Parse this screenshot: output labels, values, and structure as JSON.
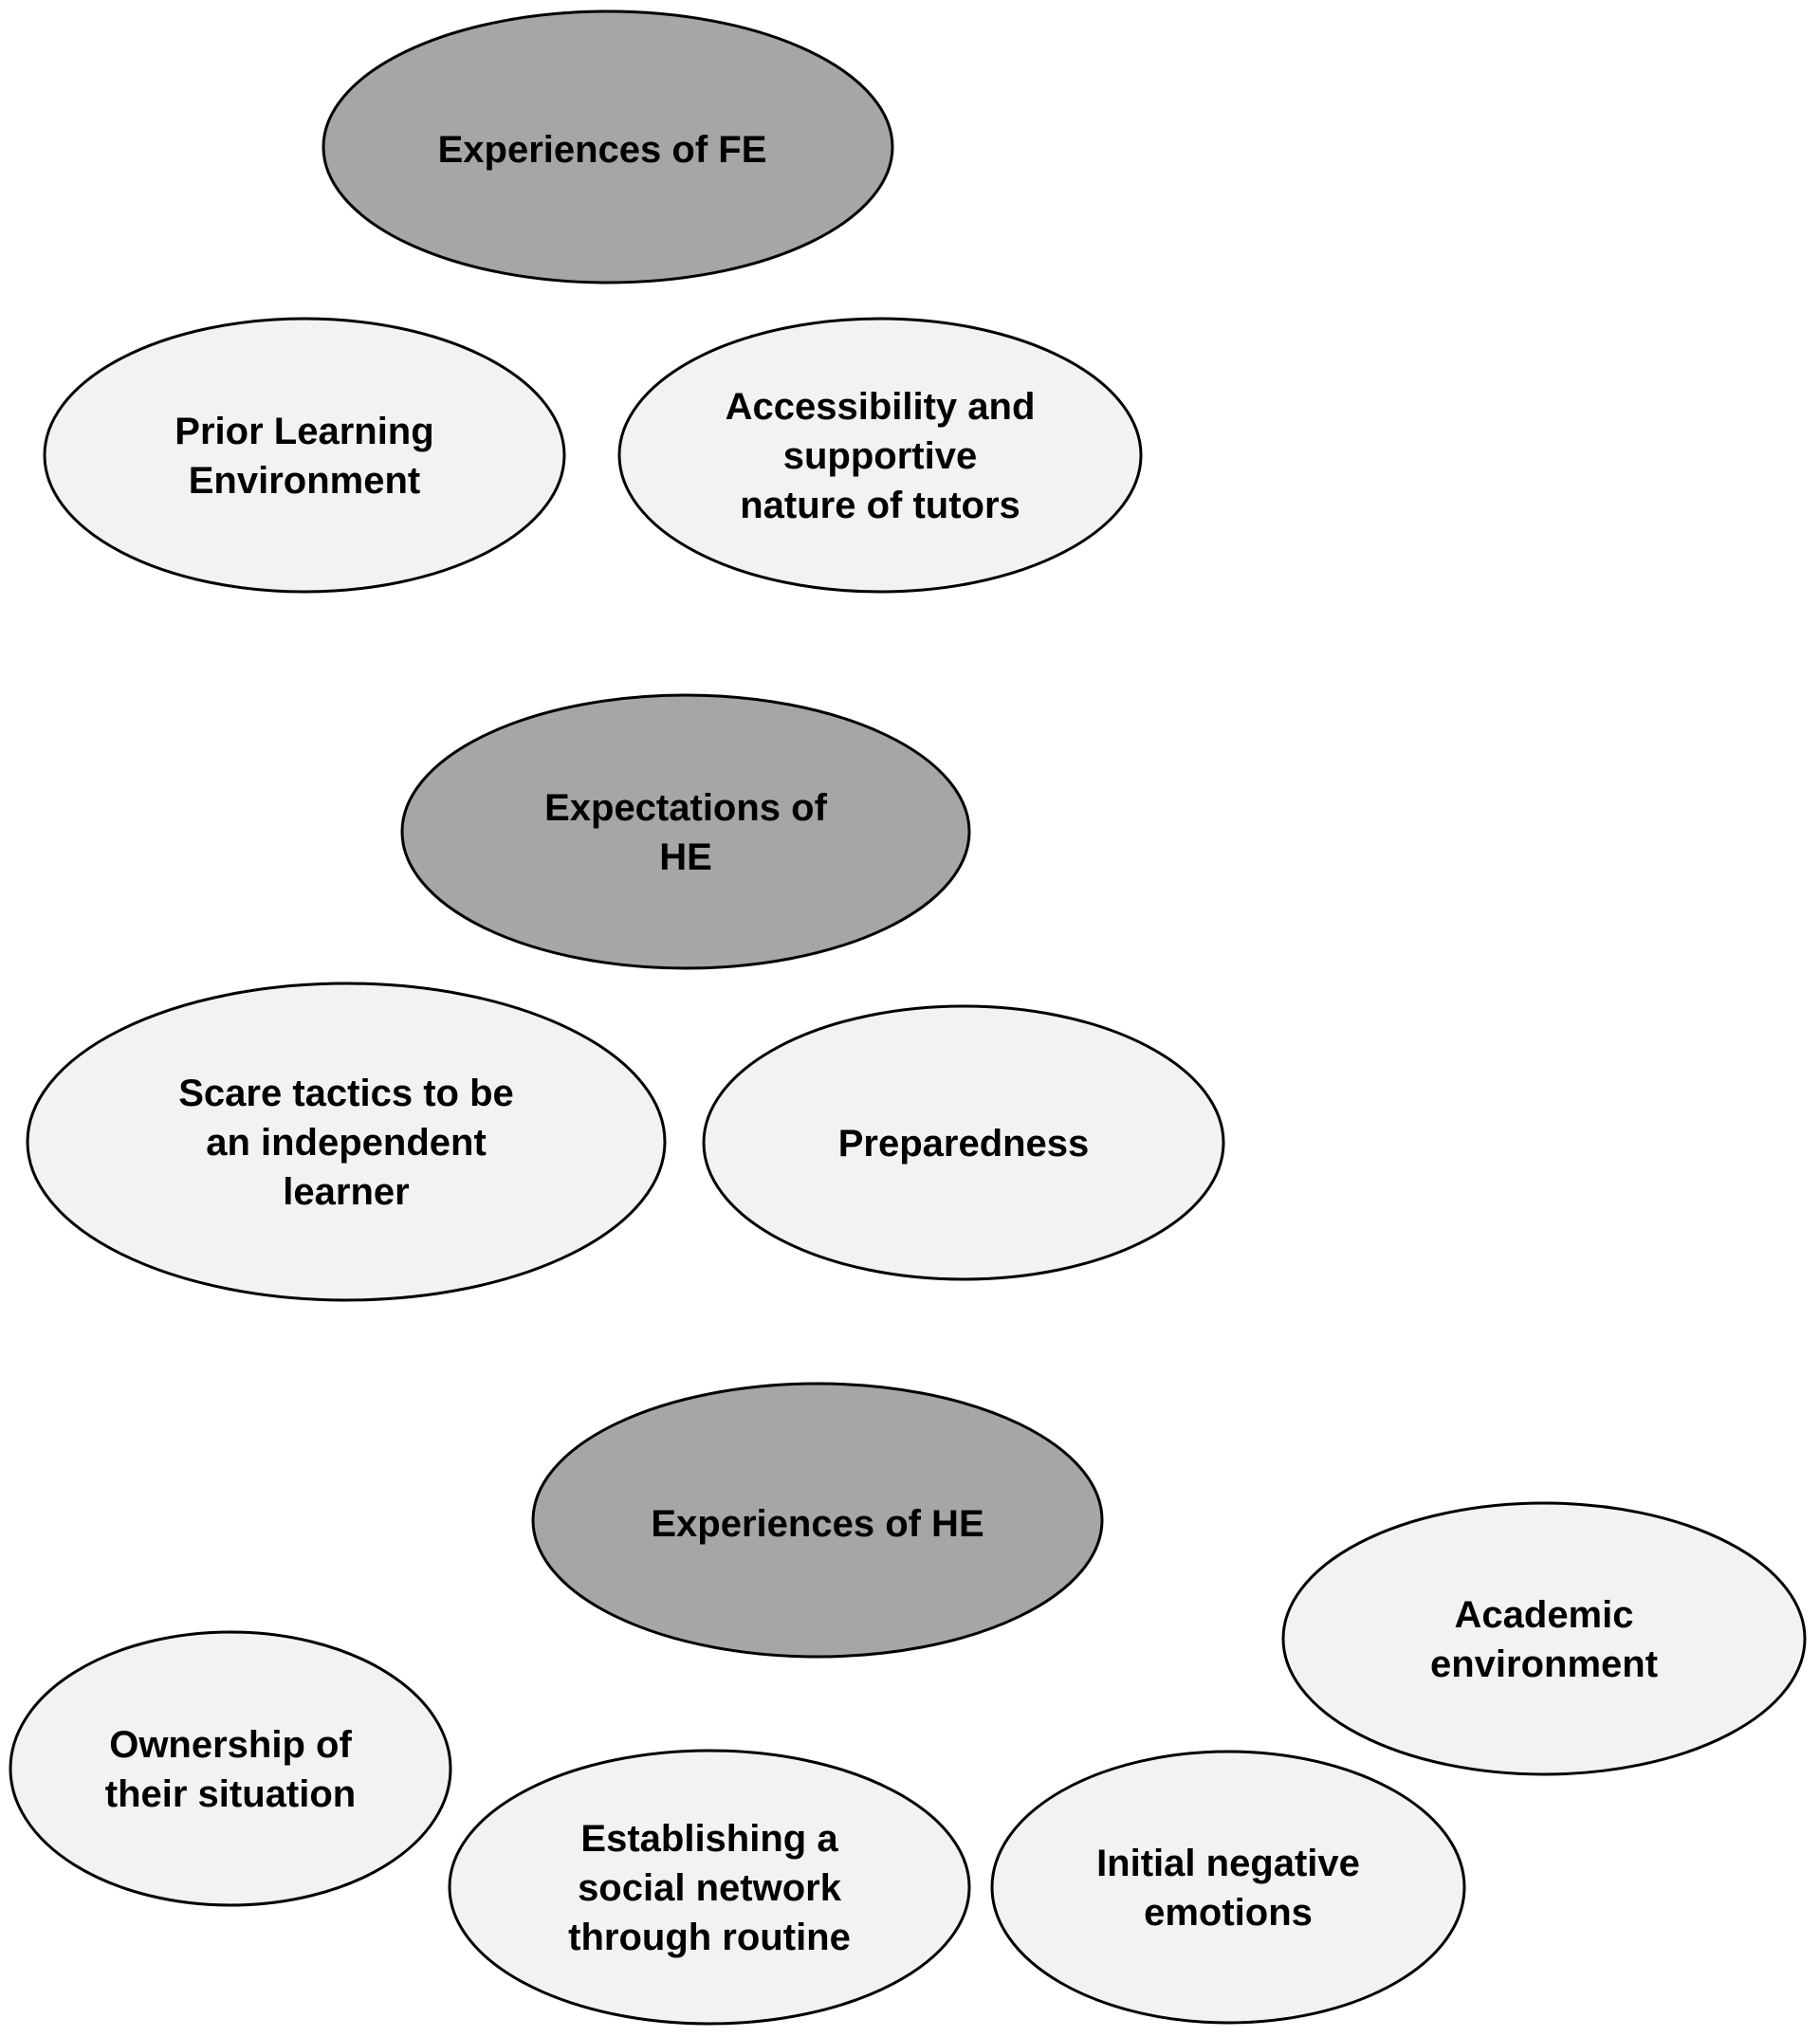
{
  "diagram": {
    "groups": [
      {
        "theme": "Experiences of FE",
        "subthemes": [
          "Prior Learning Environment",
          "Accessibility and supportive nature of tutors"
        ]
      },
      {
        "theme": "Expectations of HE",
        "subthemes": [
          "Scare tactics to be an independent learner",
          "Preparedness"
        ]
      },
      {
        "theme": "Experiences of HE",
        "subthemes": [
          "Academic environment",
          "Ownership of their situation",
          "Establishing a social network through routine",
          "Initial negative emotions"
        ]
      }
    ],
    "colors": {
      "theme_fill": "#a6a6a6",
      "subtheme_fill": "#f2f2f2",
      "outline": "#000000",
      "text": "#000000"
    }
  }
}
